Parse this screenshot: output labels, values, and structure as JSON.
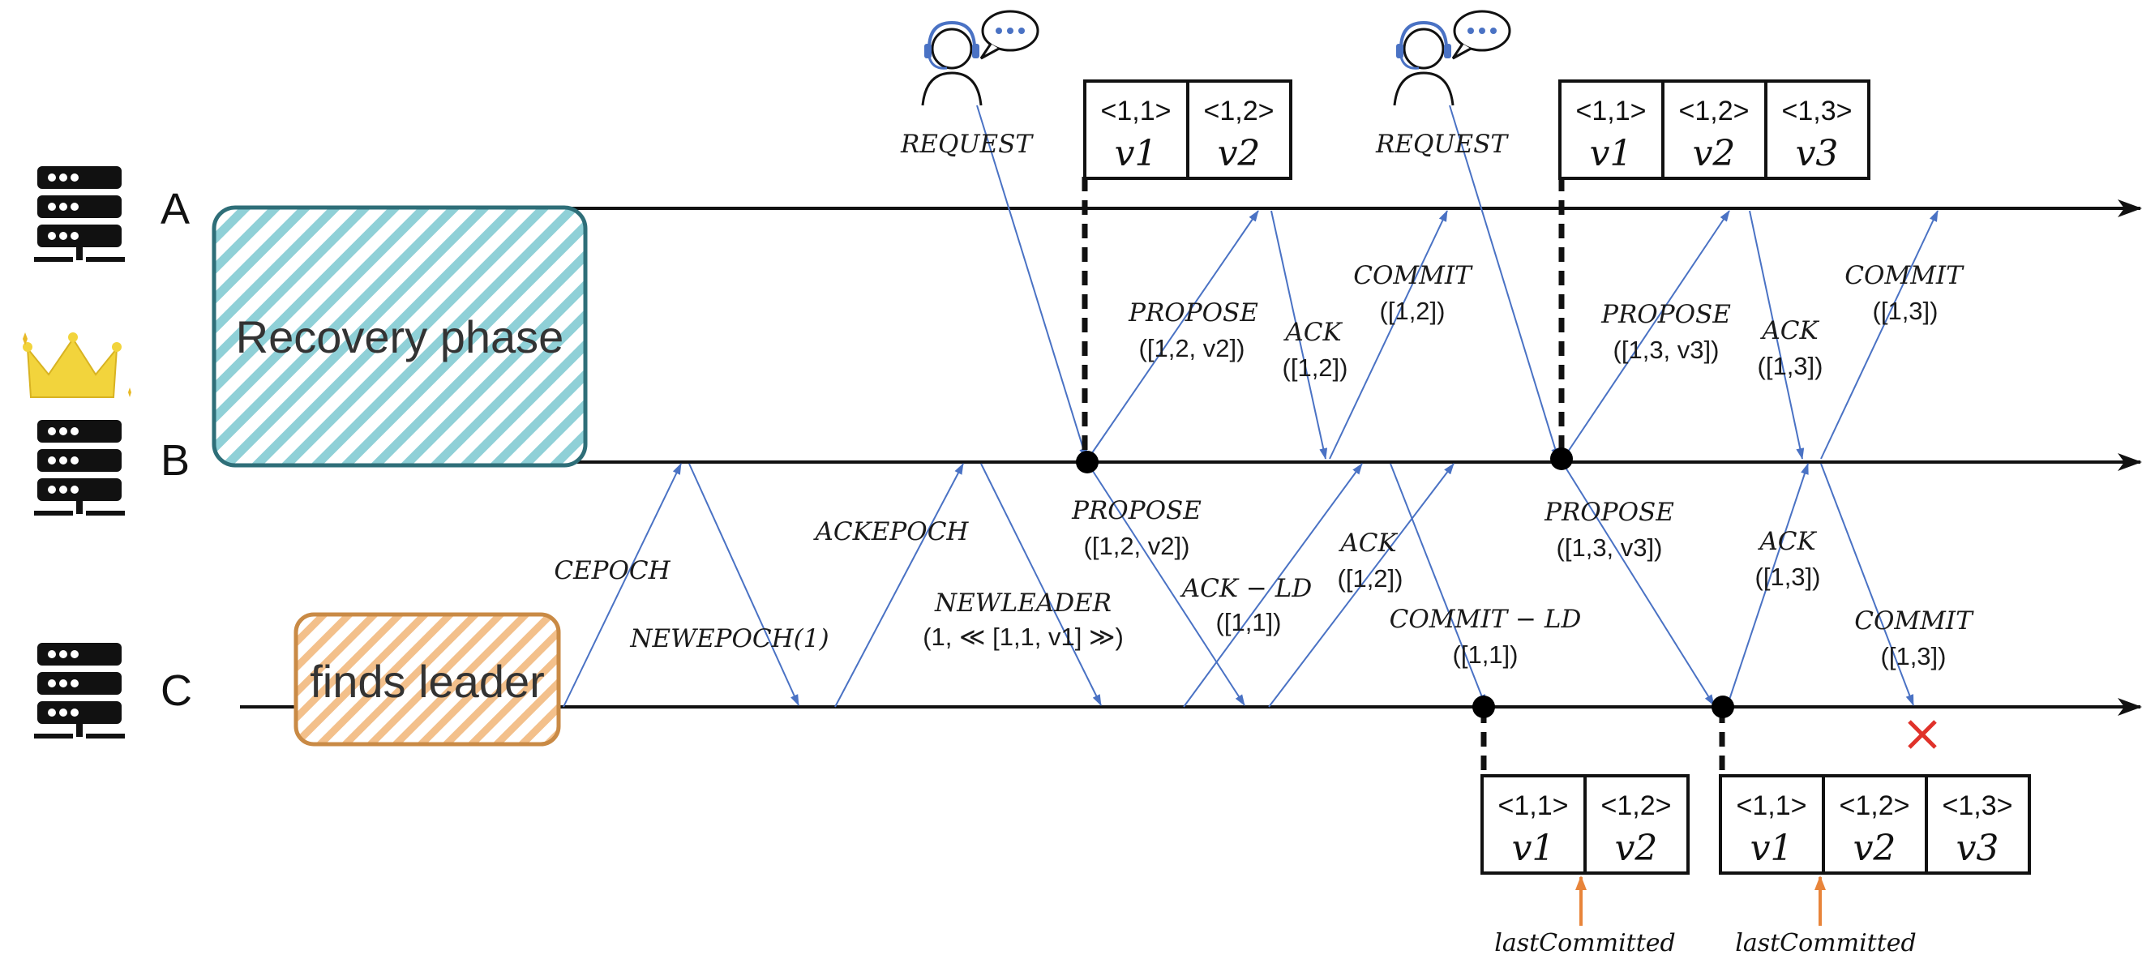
{
  "nodes": [
    {
      "name": "A"
    },
    {
      "name": "B"
    },
    {
      "name": "C"
    }
  ],
  "phases": {
    "recovery": "Recovery phase",
    "finds_leader": "finds leader"
  },
  "client_requests": [
    "REQUEST",
    "REQUEST"
  ],
  "logs": {
    "leader_first": [
      {
        "key": "<1,1>",
        "value": "v1"
      },
      {
        "key": "<1,2>",
        "value": "v2"
      }
    ],
    "leader_second": [
      {
        "key": "<1,1>",
        "value": "v1"
      },
      {
        "key": "<1,2>",
        "value": "v2"
      },
      {
        "key": "<1,3>",
        "value": "v3"
      }
    ],
    "follower_first": [
      {
        "key": "<1,1>",
        "value": "v1"
      },
      {
        "key": "<1,2>",
        "value": "v2"
      }
    ],
    "follower_second": [
      {
        "key": "<1,1>",
        "value": "v1"
      },
      {
        "key": "<1,2>",
        "value": "v2"
      },
      {
        "key": "<1,3>",
        "value": "v3"
      }
    ]
  },
  "messages": {
    "cepoch": "CEPOCH",
    "newepoch": "NEWEPOCH(1)",
    "ackepoch": "ACKEPOCH",
    "newleader_1": "NEWLEADER",
    "newleader_2": "(1, ≪ [1,1, v1] ≫)",
    "ack_ld_1": "ACK − LD",
    "ack_ld_2": "([1,1])",
    "propose_a_1": "PROPOSE",
    "propose_a_2": "([1,2, v2])",
    "propose_c_1": "PROPOSE",
    "propose_c_2": "([1,2, v2])",
    "ack_a12_1": "ACK",
    "ack_a12_2": "([1,2])",
    "commit_a12_1": "COMMIT",
    "commit_a12_2": "([1,2])",
    "ack_c12_1": "ACK",
    "ack_c12_2": "([1,2])",
    "commit_ld_1": "COMMIT − LD",
    "commit_ld_2": "([1,1])",
    "propose_a13_1": "PROPOSE",
    "propose_a13_2": "([1,3, v3])",
    "propose_c13_1": "PROPOSE",
    "propose_c13_2": "([1,3, v3])",
    "ack_a13_1": "ACK",
    "ack_a13_2": "([1,3])",
    "commit_a13_1": "COMMIT",
    "commit_a13_2": "([1,3])",
    "ack_c13_1": "ACK",
    "ack_c13_2": "([1,3])",
    "commit_c13_1": "COMMIT",
    "commit_c13_2": "([1,3])"
  },
  "last_committed": [
    "lastCommitted",
    "lastCommitted"
  ],
  "colors": {
    "message": "#4a72c4",
    "timeline": "#111111",
    "recovery_fill": "#7fc7cf",
    "recovery_border": "#2e6e78",
    "leader_fill": "#f0b070",
    "leader_border": "#c98a45",
    "pointer": "#e8843a",
    "lost": "#e0322a",
    "crown": "#f2d43c"
  }
}
